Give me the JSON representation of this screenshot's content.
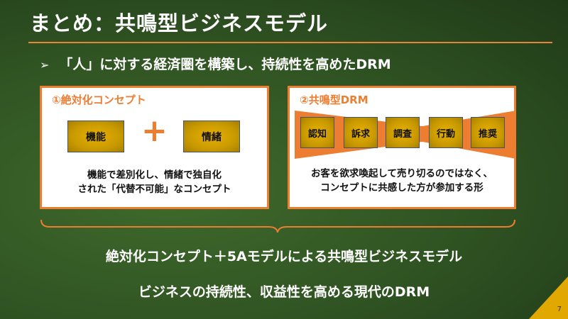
{
  "title": "まとめ：共鳴型ビジネスモデル",
  "bullet": {
    "icon": "arrow-bullet",
    "text": "「人」に対する経済圏を構築し、持続性を高めたDRM"
  },
  "panel1": {
    "title": "①絶対化コンセプト",
    "box1": "機能",
    "plus": "+",
    "box2": "情緒",
    "desc1": "機能で差別化し、情緒で独自化",
    "desc2": "された「代替不可能」なコンセプト"
  },
  "panel2": {
    "title": "②共鳴型DRM",
    "steps": [
      "認知",
      "訴求",
      "調査",
      "行動",
      "推奨"
    ],
    "desc1": "お客を欲求喚起して売り切るのではなく、",
    "desc2": "コンセプトに共感した方が参加する形"
  },
  "summary": {
    "line1": "絶対化コンセプト＋5Aモデルによる共鳴型ビジネスモデル",
    "line2": "ビジネスの持続性、収益性を高める現代のDRM"
  },
  "page_number": "7",
  "colors": {
    "accent": "#ed7d31",
    "gold": "#e8b000",
    "background": "#2f5222"
  }
}
